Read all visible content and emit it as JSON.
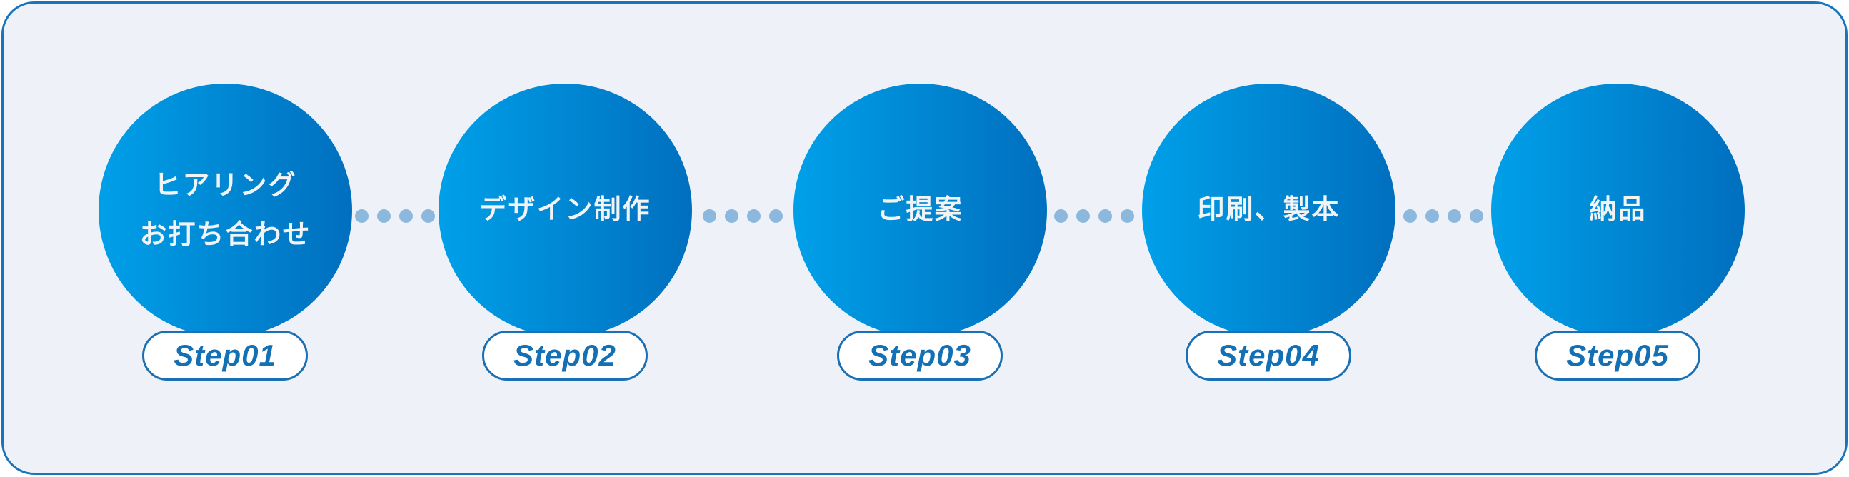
{
  "colors": {
    "frame_bg": "#eef2f8",
    "frame_border": "#1a74b9",
    "circle_grad_start": "#00a0e9",
    "circle_grad_end": "#006fbe",
    "circle_text": "#f2f3f5",
    "dot": "#8bb8dc",
    "badge_bg": "#ffffff",
    "badge_border": "#1a70b5",
    "badge_text": "#1470b4"
  },
  "steps": [
    {
      "label": "ヒアリング\nお打ち合わせ",
      "badge": "Step01"
    },
    {
      "label": "デザイン制作",
      "badge": "Step02"
    },
    {
      "label": "ご提案",
      "badge": "Step03"
    },
    {
      "label": "印刷、製本",
      "badge": "Step04"
    },
    {
      "label": "納品",
      "badge": "Step05"
    }
  ]
}
